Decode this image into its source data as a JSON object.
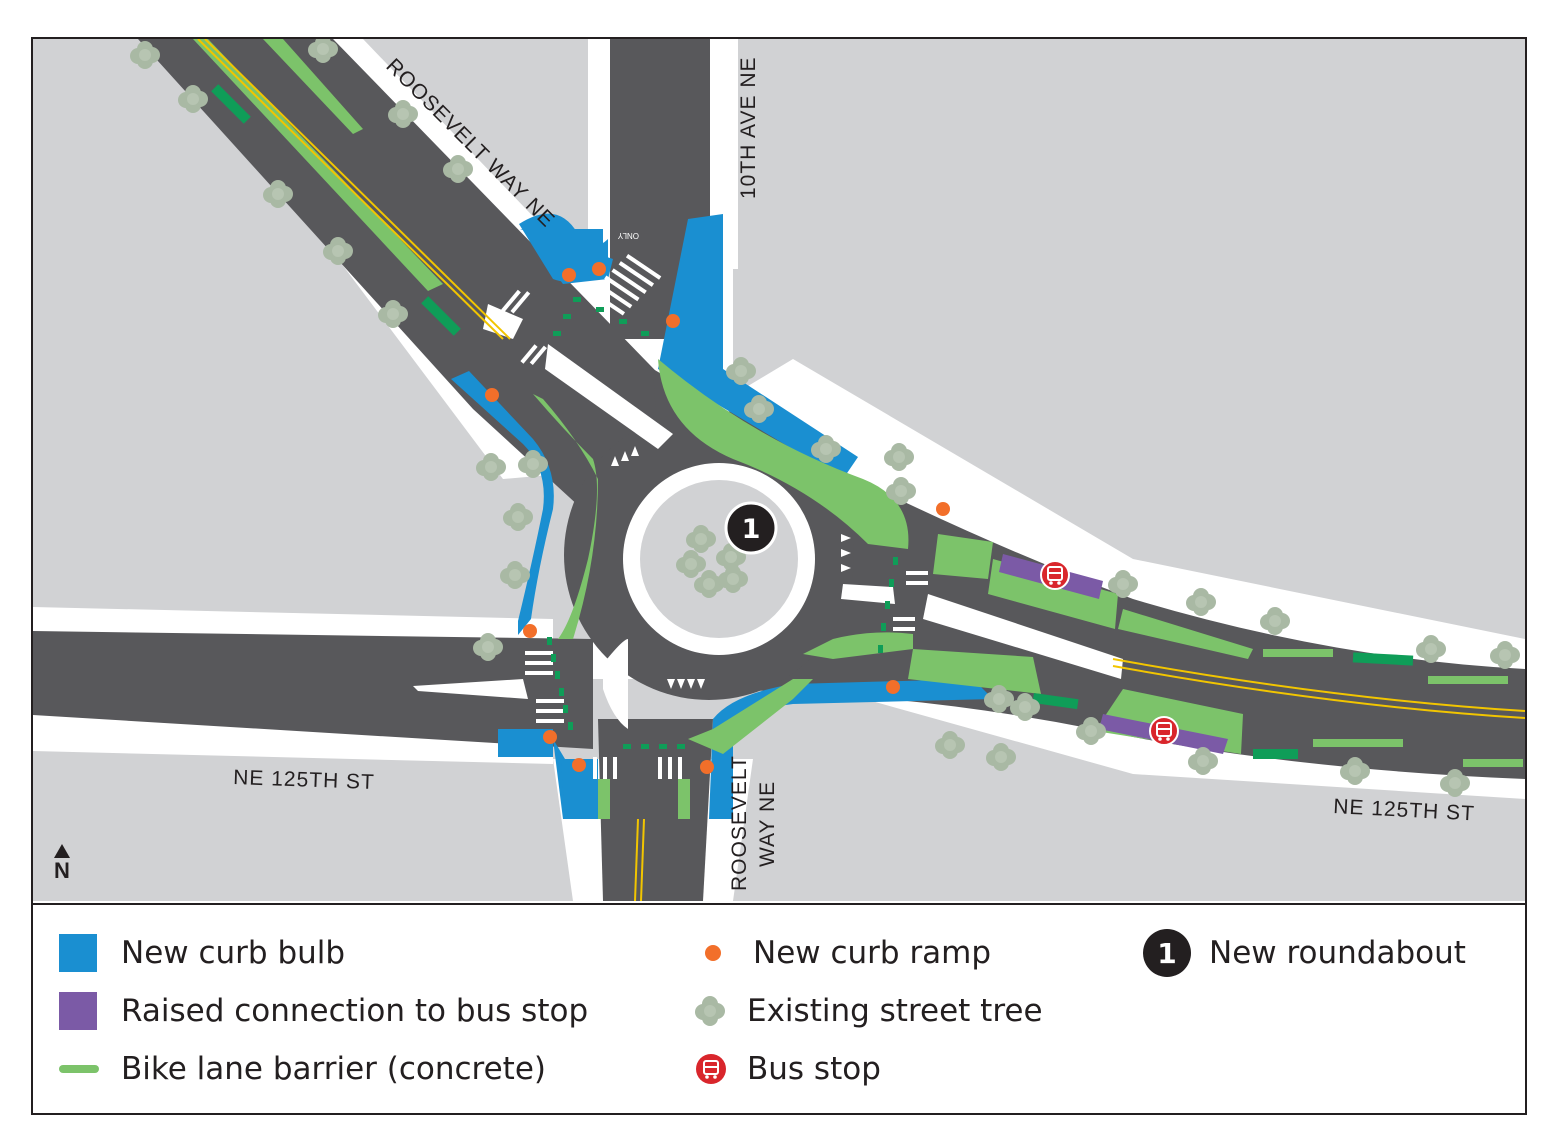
{
  "streets": {
    "roosevelt_nw": "ROOSEVELT WAY NE",
    "tenth_ave": "10TH AVE NE",
    "ne125_west": "NE 125TH ST",
    "ne125_east": "NE 125TH ST",
    "roosevelt_s_line1": "ROOSEVELT",
    "roosevelt_s_line2": "WAY NE"
  },
  "roundabout_number": "1",
  "only_marking": "ONLY",
  "north_arrow": "N",
  "legend": {
    "curb_bulb": "New curb bulb",
    "raised_connection": "Raised connection to bus stop",
    "bike_barrier": "Bike lane barrier (concrete)",
    "curb_ramp": "New curb ramp",
    "street_tree": "Existing street tree",
    "bus_stop": "Bus stop",
    "roundabout_num": "1",
    "roundabout": "New roundabout"
  },
  "colors": {
    "curb_bulb": "#1a8fd1",
    "raised_connection": "#7b5aa6",
    "bike_barrier": "#7cc36a",
    "curb_ramp": "#f26f2a",
    "street_tree": "#a9b9a4",
    "bus_stop": "#d9262c",
    "road": "#58585b",
    "block": "#d1d2d4",
    "bike_lane": "#0f9d58"
  }
}
